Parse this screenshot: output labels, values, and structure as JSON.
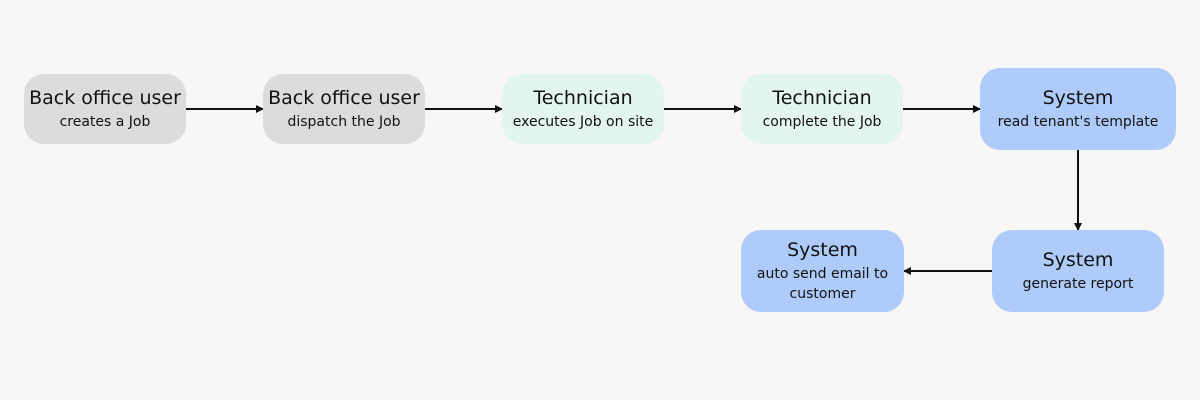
{
  "colors": {
    "background": "#f8f7f6",
    "back_office": "#dcdcdc",
    "technician": "#e3f6ee",
    "system": "#aecbfa",
    "arrow": "#111111"
  },
  "nodes": {
    "n1": {
      "title": "Back office user",
      "sub": "creates a Job"
    },
    "n2": {
      "title": "Back office user",
      "sub": "dispatch the Job"
    },
    "n3": {
      "title": "Technician",
      "sub": "executes Job on site"
    },
    "n4": {
      "title": "Technician",
      "sub": "complete the Job"
    },
    "n5": {
      "title": "System",
      "sub": "read tenant's template"
    },
    "n6": {
      "title": "System",
      "sub": "generate report"
    },
    "n7": {
      "title": "System",
      "sub": "auto send email to customer"
    }
  },
  "edges": [
    {
      "from": "n1",
      "to": "n2"
    },
    {
      "from": "n2",
      "to": "n3"
    },
    {
      "from": "n3",
      "to": "n4"
    },
    {
      "from": "n4",
      "to": "n5"
    },
    {
      "from": "n5",
      "to": "n6"
    },
    {
      "from": "n6",
      "to": "n7"
    }
  ]
}
